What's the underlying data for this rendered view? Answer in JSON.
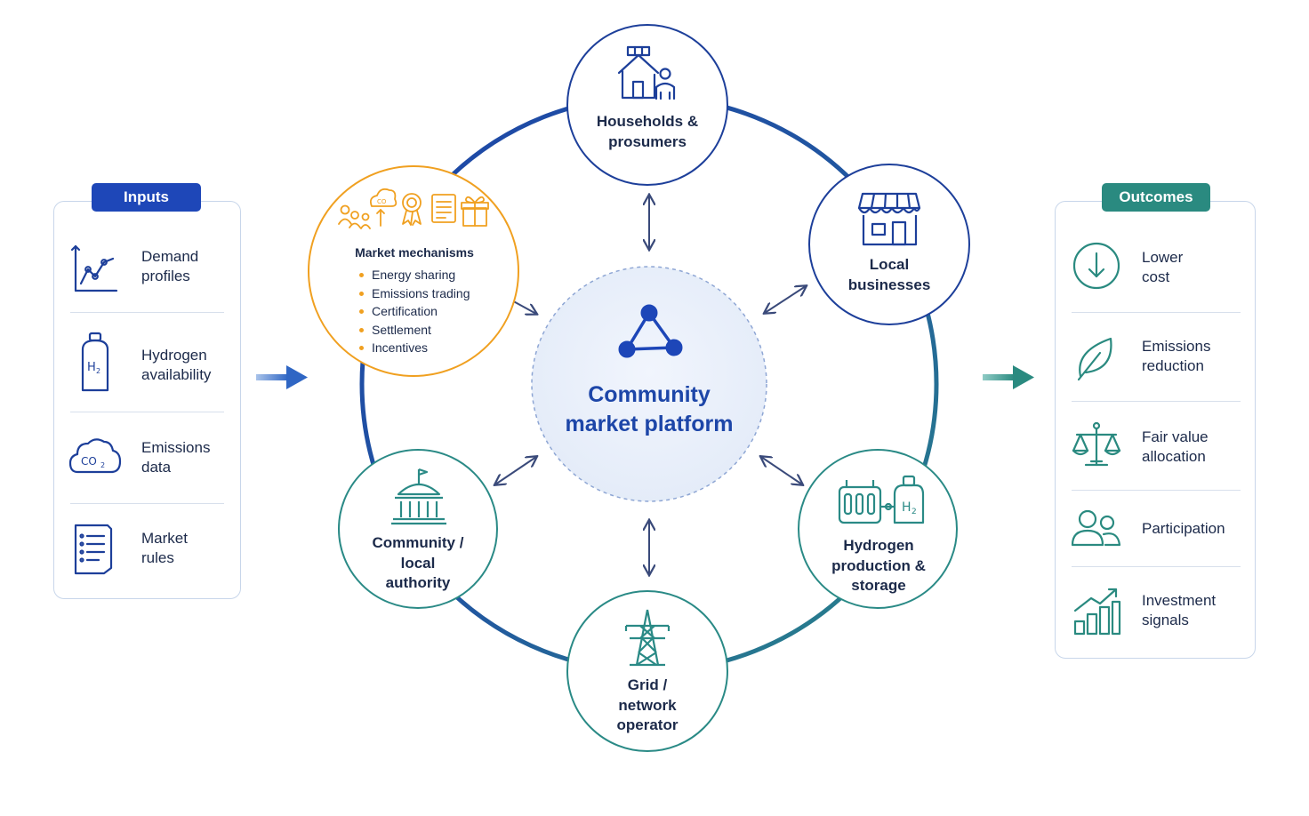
{
  "inputs": {
    "header": "Inputs",
    "items": [
      {
        "icon": "line-chart-icon",
        "label_line1": "Demand",
        "label_line2": "profiles"
      },
      {
        "icon": "hydrogen-cylinder-icon",
        "label_line1": "Hydrogen",
        "label_line2": "availability"
      },
      {
        "icon": "co2-cloud-icon",
        "label_line1": "Emissions",
        "label_line2": "data"
      },
      {
        "icon": "rules-document-icon",
        "label_line1": "Market",
        "label_line2": "rules"
      }
    ]
  },
  "platform": {
    "line1": "Community",
    "line2": "market platform",
    "icon": "network-triangle-icon"
  },
  "market_mechanisms": {
    "title": "Market mechanisms",
    "items": [
      "Energy sharing",
      "Emissions trading",
      "Certification",
      "Settlement",
      "Incentives"
    ]
  },
  "nodes": {
    "households": {
      "line1": "Households &",
      "line2": "prosumers",
      "icon": "house-person-icon"
    },
    "businesses": {
      "line1": "Local",
      "line2": "businesses",
      "icon": "shop-icon"
    },
    "hydrogen": {
      "line1": "Hydrogen",
      "line2": "production &",
      "line3": "storage",
      "icon": "electrolyser-tank-icon"
    },
    "grid": {
      "line1": "Grid /",
      "line2": "network",
      "line3": "operator",
      "icon": "pylon-icon"
    },
    "authority": {
      "line1": "Community /",
      "line2": "local",
      "line3": "authority",
      "icon": "town-hall-icon"
    }
  },
  "outcomes": {
    "header": "Outcomes",
    "items": [
      {
        "icon": "down-arrow-circle-icon",
        "label_line1": "Lower",
        "label_line2": "cost"
      },
      {
        "icon": "leaf-icon",
        "label_line1": "Emissions",
        "label_line2": "reduction"
      },
      {
        "icon": "balance-scale-icon",
        "label_line1": "Fair value",
        "label_line2": "allocation"
      },
      {
        "icon": "people-icon",
        "label_line1": "Participation",
        "label_line2": ""
      },
      {
        "icon": "growth-bars-icon",
        "label_line1": "Investment",
        "label_line2": "signals"
      }
    ]
  },
  "colors": {
    "navy": "#1d3f9a",
    "teal": "#2a8a86",
    "orange": "#f0a020",
    "inputs_header": "#1e47b8",
    "outcomes_header": "#2a8a80"
  }
}
